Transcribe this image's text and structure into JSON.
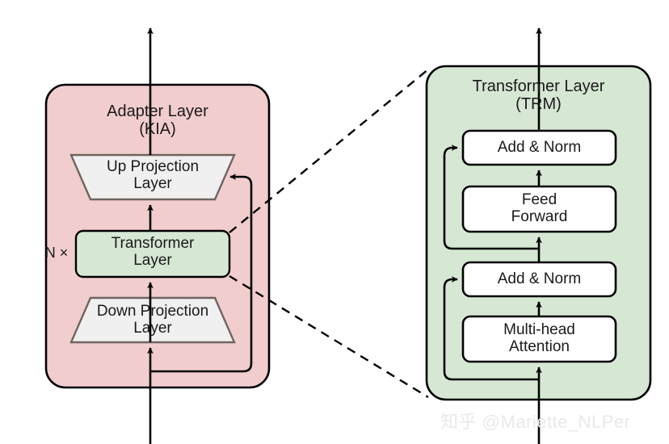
{
  "diagram": {
    "title_adapter": "Adapter Layer\n(KIA)",
    "title_trm": "Transformer Layer\n(TRM)",
    "repeat_label": "N ×",
    "watermark": "知乎 @Mariette_NLPer",
    "colors": {
      "pink_panel_fill": "#F2CDCE",
      "green_panel_fill": "#D6E7D4",
      "trapezoid_fill": "#F0F0F0",
      "trapezoid_stroke": "#6E6560",
      "box_fill": "#FFFFFF",
      "stroke": "#000000",
      "text": "#1A1A1A",
      "watermark": "#E9E9E9"
    },
    "adapter": {
      "blocks": [
        {
          "name": "up-projection-layer",
          "label": "Up Projection\nLayer",
          "shape": "trapezoid-up"
        },
        {
          "name": "transformer-layer",
          "label": "Transformer\nLayer",
          "shape": "rounded-rect"
        },
        {
          "name": "down-projection-layer",
          "label": "Down Projection\nLayer",
          "shape": "trapezoid-down"
        }
      ]
    },
    "trm": {
      "blocks": [
        {
          "name": "add-norm-top",
          "label": "Add & Norm",
          "shape": "rounded-rect"
        },
        {
          "name": "feed-forward",
          "label": "Feed\nForward",
          "shape": "rounded-rect"
        },
        {
          "name": "add-norm-bottom",
          "label": "Add & Norm",
          "shape": "rounded-rect"
        },
        {
          "name": "multi-head-attention",
          "label": "Multi-head\nAttention",
          "shape": "rounded-rect"
        }
      ]
    }
  }
}
